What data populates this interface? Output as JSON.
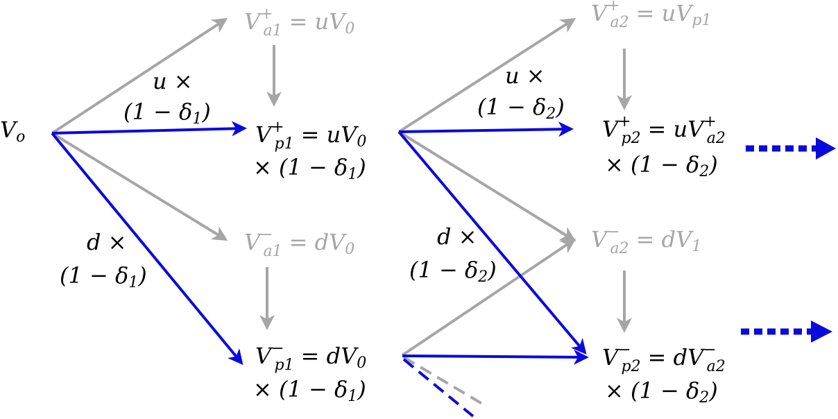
{
  "colors": {
    "gray": "#a6a6a6",
    "blue": "#0a0adc",
    "black": "#000000",
    "background": "#ffffff"
  },
  "nodes": {
    "v0": {
      "base": "V",
      "sub": "o"
    },
    "va1p": {
      "base": "V",
      "sup": "+",
      "sub": "a1",
      "rhs": "= uV",
      "rhs_sub": "0"
    },
    "vp1p": {
      "base": "V",
      "sup": "+",
      "sub": "p1",
      "rhs": "= uV",
      "rhs_sub": "0",
      "line2": "× (1 − δ",
      "line2_sub": "1",
      "line2_end": ")"
    },
    "va1m": {
      "base": "V",
      "sup": "−",
      "sub": "a1",
      "rhs": "= dV",
      "rhs_sub": "0"
    },
    "vp1m": {
      "base": "V",
      "sup": "−",
      "sub": "p1",
      "rhs": "= dV",
      "rhs_sub": "0",
      "line2": "× (1 − δ",
      "line2_sub": "1",
      "line2_end": ")"
    },
    "va2p": {
      "base": "V",
      "sup": "+",
      "sub": "a2",
      "rhs": "= uV",
      "rhs_sub": "p1"
    },
    "vp2p": {
      "base": "V",
      "sup": "+",
      "sub": "p2",
      "rhs": "= uV",
      "rhs_sup": "+",
      "rhs_sub": "a2",
      "line2": "× (1 − δ",
      "line2_sub": "2",
      "line2_end": ")"
    },
    "va2m": {
      "base": "V",
      "sup": "−",
      "sub": "a2",
      "rhs": "= dV",
      "rhs_sub": "1"
    },
    "vp2m": {
      "base": "V",
      "sup": "−",
      "sub": "p2",
      "rhs": "= dV",
      "rhs_sup": "−",
      "rhs_sub": "a2",
      "line2": "× (1 − δ",
      "line2_sub": "2",
      "line2_end": ")"
    }
  },
  "edge_labels": {
    "u1": {
      "line1": "u ×",
      "line2": "(1 − δ",
      "line2_sub": "1",
      "line2_end": ")"
    },
    "d1": {
      "line1": "d ×",
      "line2": "(1 − δ",
      "line2_sub": "1",
      "line2_end": ")"
    },
    "u2": {
      "line1": "u ×",
      "line2": "(1 − δ",
      "line2_sub": "2",
      "line2_end": ")"
    },
    "d2": {
      "line1": "d ×",
      "line2": "(1 − δ",
      "line2_sub": "2",
      "line2_end": ")"
    }
  }
}
